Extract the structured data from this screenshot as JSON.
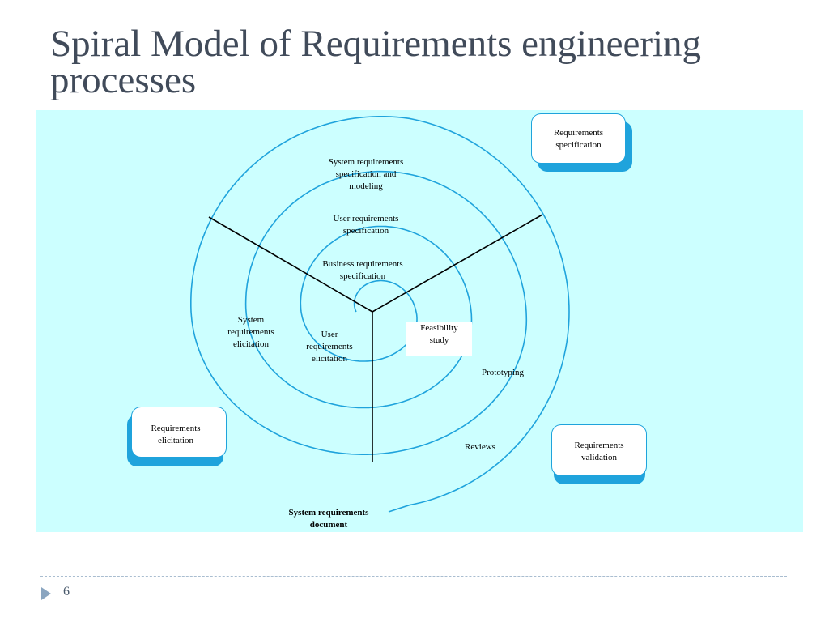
{
  "slide": {
    "title": "Spiral Model of Requirements engineering processes",
    "page_number": "6",
    "footer_icon": "triangle-bullet-icon"
  },
  "diagram": {
    "ring_labels": {
      "system_req_spec_modeling": "System requirements\nspecification and\nmodeling",
      "user_req_spec": "User requirements\nspecification",
      "business_req_spec": "Business requirements\nspecification",
      "system_req_elicitation": "System\nrequirements\nelicitation",
      "user_req_elicitation": "User\nrequirements\nelicitation",
      "feasibility_study": "Feasibility\nstudy",
      "prototyping": "Prototyping",
      "reviews": "Reviews",
      "output_document": "System requirements\ndocument"
    },
    "phases": {
      "specification": "Requirements\nspecification",
      "elicitation": "Requirements\nelicitation",
      "validation": "Requirements\nvalidation"
    }
  },
  "colors": {
    "title": "#414b5a",
    "panel_background": "#ccffff",
    "spiral_stroke": "#1fa3dc",
    "box_shadow": "#1fa3dc",
    "sector_lines": "#000000",
    "dashed_rule": "#a9bdd0",
    "bullet": "#8aa5c0"
  }
}
